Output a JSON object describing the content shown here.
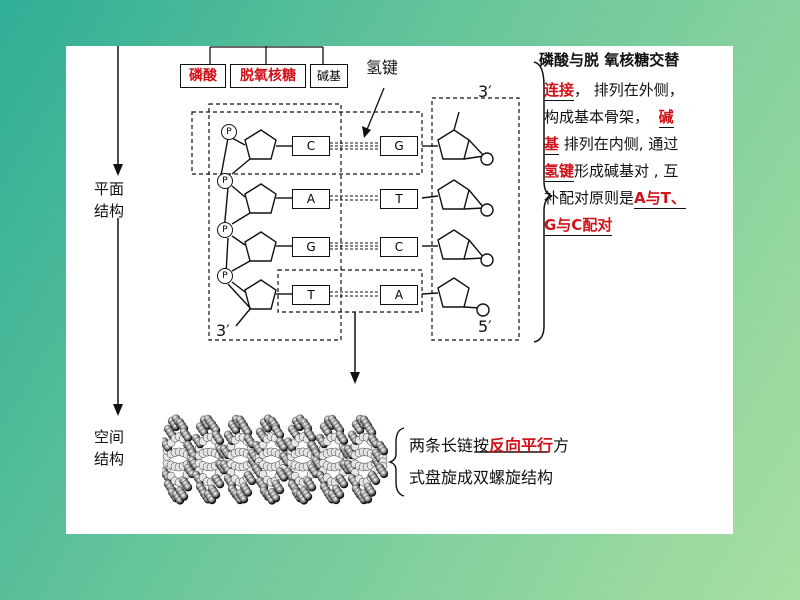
{
  "labels": {
    "plane": [
      "平面",
      "结构"
    ],
    "space": [
      "空间",
      "结构"
    ],
    "phosphate": "磷酸",
    "deoxyribose": "脱氧核糖",
    "base": "碱基",
    "hbond": "氢键",
    "p_symbol": "P",
    "prime3_top": "3′",
    "prime3_bottom": "3′",
    "prime5_bottom": "5′"
  },
  "left_bases": [
    "C",
    "A",
    "G",
    "T"
  ],
  "right_bases": [
    "G",
    "T",
    "C",
    "A"
  ],
  "description": {
    "l1": "磷酸与脱 氧核糖交替",
    "l2a": "连接",
    "l2b": "，  排列在外侧，",
    "l3": "构成基本骨架，",
    "l3b": "碱",
    "l4a": "基",
    "l4b": "排列在内侧, 通过",
    "l5a": "氢键",
    "l5b": "形成碱基对 , 互",
    "l6a": "补配对原则是",
    "l6b": "A与T、",
    "l7": "G与C配对"
  },
  "helix_desc": {
    "l1a": "两条长链按",
    "l1b": "反向平行",
    "l1c": "方",
    "l2": "式盘旋成双螺旋结构"
  },
  "colors": {
    "accent_red": "#d0121b",
    "background_teal": "#2fae96"
  }
}
